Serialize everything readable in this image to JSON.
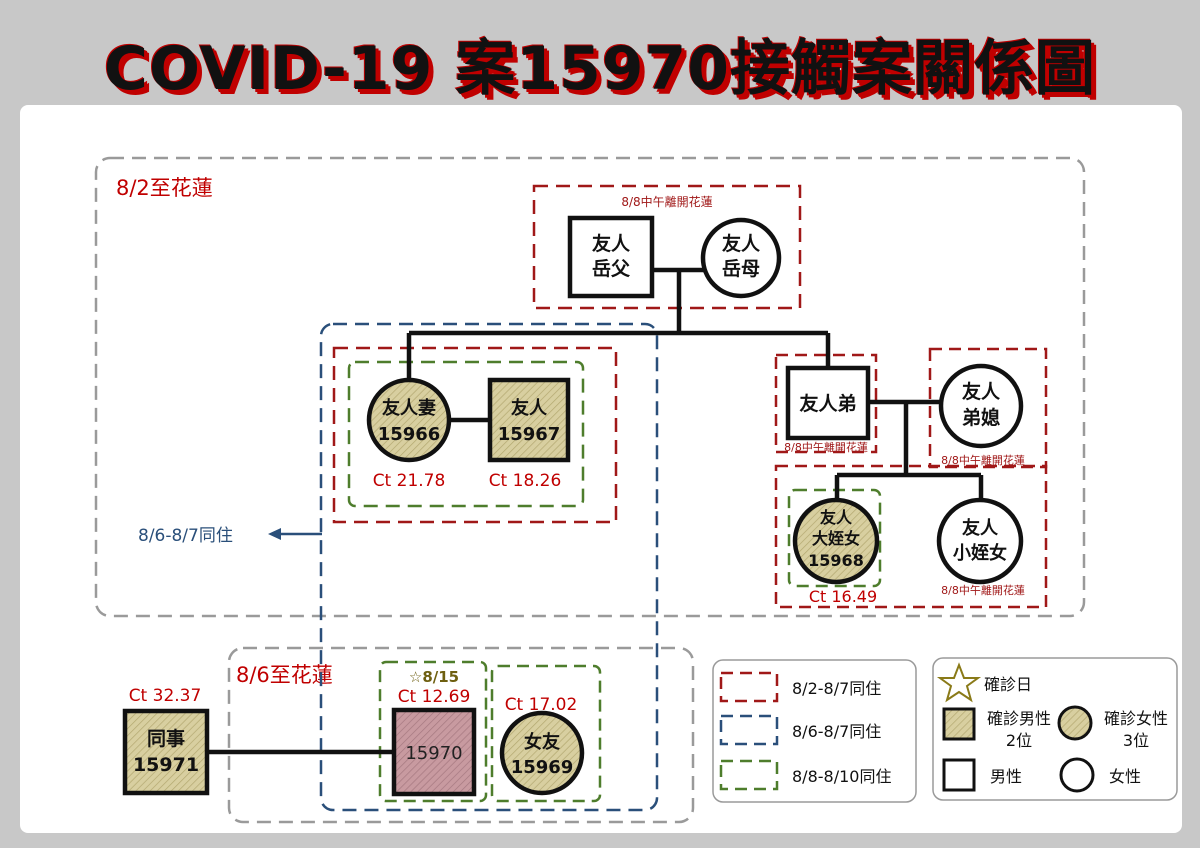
{
  "title": "COVID-19 案15970接觸案關係圖",
  "colors": {
    "red": "#a01818",
    "blue": "#2a4f7a",
    "green": "#4e7d2c",
    "gray": "#9a9a9a",
    "gold": "#8a7a18",
    "confirmed": "#d8cfa0",
    "pink": "#c89aa0"
  },
  "groups": {
    "hualien_82": "8/2至花蓮",
    "hualien_86": "8/6至花蓮",
    "leave_88_top": "8/8中午離開花蓮",
    "leave_88_brother": "8/8中午離開花蓮",
    "leave_88_sisterinlaw": "8/8中午離開花蓮",
    "leave_88_niece": "8/8中午離開花蓮",
    "cohabit_86_87": "8/6-8/7同住"
  },
  "people": {
    "father_in_law": {
      "line1": "友人",
      "line2": "岳父"
    },
    "mother_in_law": {
      "line1": "友人",
      "line2": "岳母"
    },
    "wife": {
      "line1": "友人妻",
      "line2": "15966",
      "ct": "Ct 21.78"
    },
    "friend": {
      "line1": "友人",
      "line2": "15967",
      "ct": "Ct 18.26"
    },
    "brother": {
      "line1": "友人弟"
    },
    "sister_in_law": {
      "line1": "友人",
      "line2": "弟媳"
    },
    "elder_niece": {
      "line1": "友人",
      "line2": "大姪女",
      "line3": "15968",
      "ct": "Ct 16.49"
    },
    "younger_niece": {
      "line1": "友人",
      "line2": "小姪女"
    },
    "colleague": {
      "line1": "同事",
      "line2": "15971",
      "ct": "Ct 32.37"
    },
    "index_case": {
      "line1": "15970",
      "ct": "Ct 12.69",
      "confirm_date": "☆8/15"
    },
    "girlfriend": {
      "line1": "女友",
      "line2": "15969",
      "ct": "Ct 17.02"
    }
  },
  "legend_lines": {
    "red": "8/2-8/7同住",
    "blue": "8/6-8/7同住",
    "green": "8/8-8/10同住"
  },
  "legend_symbols": {
    "confirm_date": "確診日",
    "confirmed_male_1": "確診男性",
    "confirmed_male_2": "2位",
    "confirmed_female_1": "確診女性",
    "confirmed_female_2": "3位",
    "male": "男性",
    "female": "女性"
  }
}
